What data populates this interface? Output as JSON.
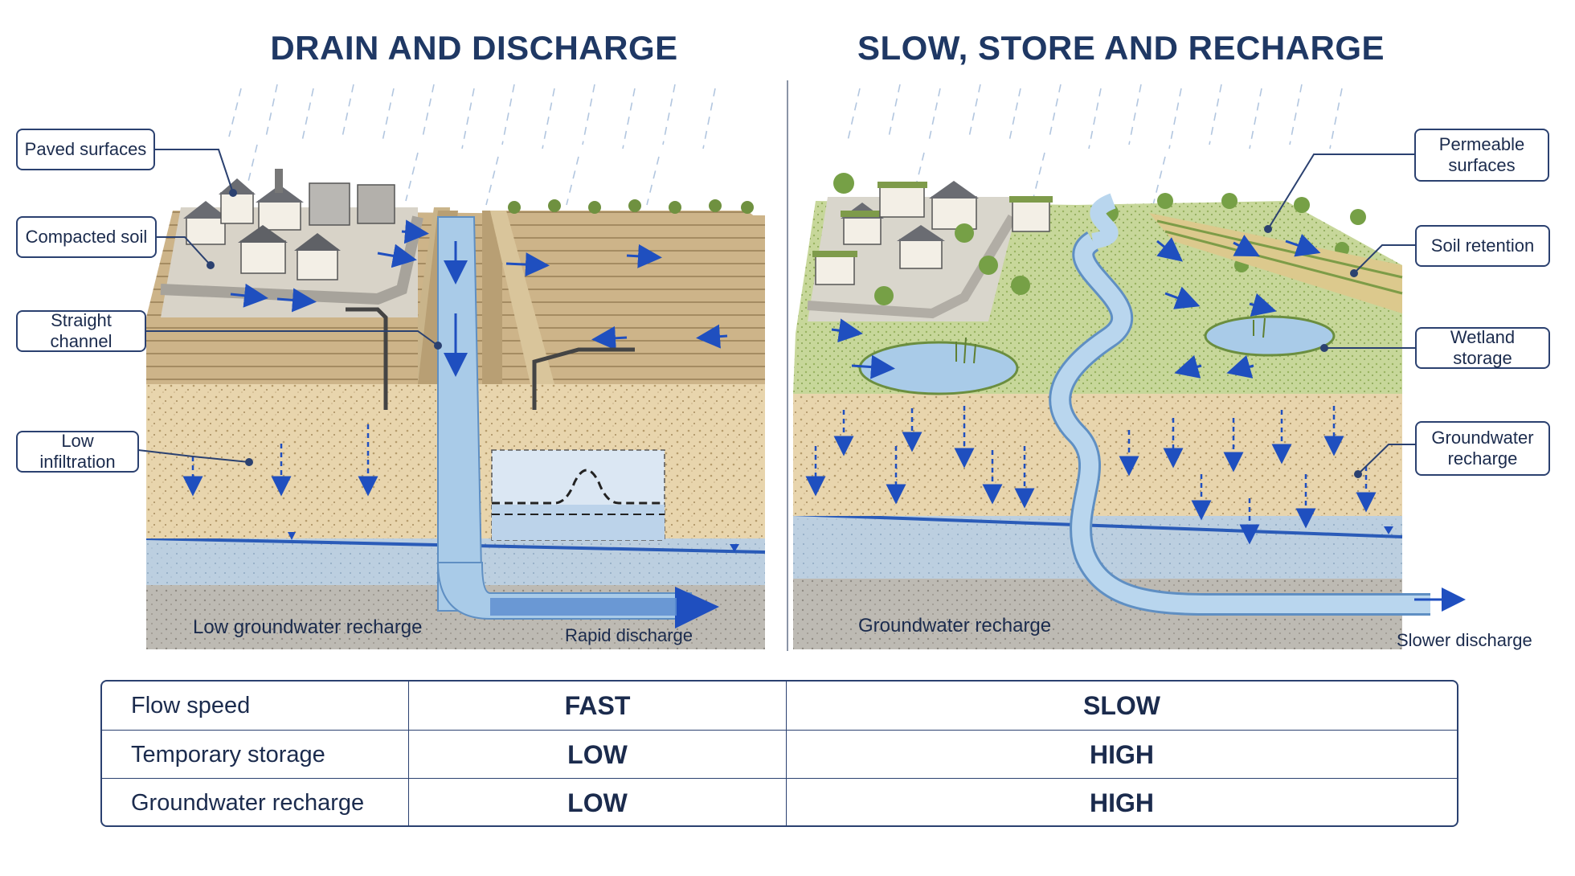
{
  "titles": {
    "left": "DRAIN AND DISCHARGE",
    "right": "SLOW, STORE AND RECHARGE"
  },
  "left_panel": {
    "callouts": {
      "paved": "Paved surfaces",
      "compacted": "Compacted soil",
      "channel": "Straight channel",
      "infiltration": "Low infiltration"
    },
    "labels": {
      "recharge": "Low groundwater recharge",
      "discharge": "Rapid discharge"
    }
  },
  "right_panel": {
    "callouts": {
      "permeable": "Permeable surfaces",
      "retention": "Soil retention",
      "wetland": "Wetland storage",
      "groundwater": "Groundwater recharge"
    },
    "labels": {
      "recharge": "Groundwater recharge",
      "discharge": "Slower discharge"
    }
  },
  "comparison_table": {
    "rows": [
      {
        "label": "Flow speed",
        "left": "FAST",
        "right": "SLOW"
      },
      {
        "label": "Temporary storage",
        "left": "LOW",
        "right": "HIGH"
      },
      {
        "label": "Groundwater recharge",
        "left": "LOW",
        "right": "HIGH"
      }
    ]
  },
  "colors": {
    "title": "#1f3864",
    "accent_blue": "#1f4fbf",
    "water": "#a9cbe8",
    "soil": "#e6d2a9",
    "groundwater": "#b7cde0",
    "bedrock": "#b9b6b0",
    "vegetation": "#8fb35a"
  }
}
